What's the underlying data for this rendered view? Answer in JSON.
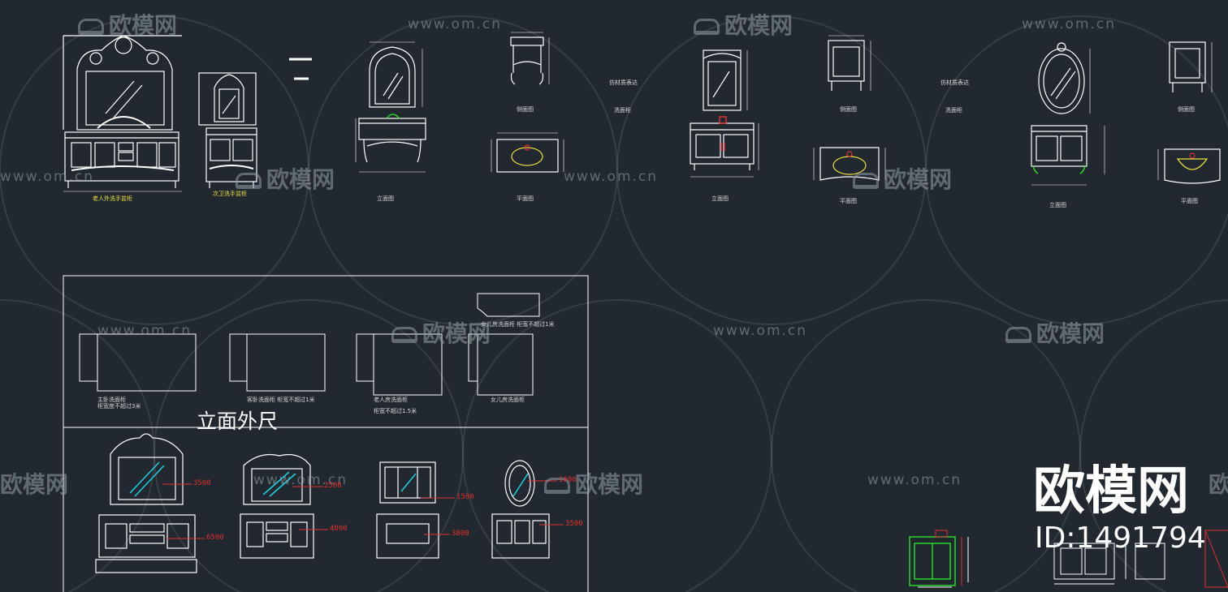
{
  "watermark": {
    "logo_text": "欧模网",
    "url_text": "www.om.cn"
  },
  "labels": {
    "elder_washstand": "老人外洗手盆柜",
    "second_washstand": "次卫洗手盆柜",
    "elevation": "立面图",
    "side_view": "侧面图",
    "plan_view": "平面图",
    "note_a": "仿材质表达",
    "note_b": "洗面柜",
    "note_c": "仿材质表达",
    "note_d": "洗面柜",
    "box_1_line1": "主卧洗面柜",
    "box_1_line2": "柜宽度不超过3米",
    "box_2": "客卧洗面柜  柜宽不超过1米",
    "box_3": "老人房洗面柜",
    "box_3_sub": "柜宽不超过1.5米",
    "box_4": "女儿房洗面柜",
    "box_top_note": "女儿房洗面柜  柜宽不超过1米",
    "section_title": "立面外尺"
  },
  "dimensions": {
    "d1": "3500",
    "d2": "6500",
    "d3": "2500",
    "d4": "4000",
    "d5": "1500",
    "d6": "3800",
    "d7": "1000",
    "d8": "3500"
  },
  "brand": {
    "name": "欧模网",
    "id": "ID:1491794"
  },
  "colors": {
    "background": "#212830",
    "line": "#ffffff",
    "accent_red": "#e03030",
    "accent_yellow": "#f0e040",
    "accent_green": "#2bd62b",
    "accent_cyan": "#20d0e0"
  }
}
